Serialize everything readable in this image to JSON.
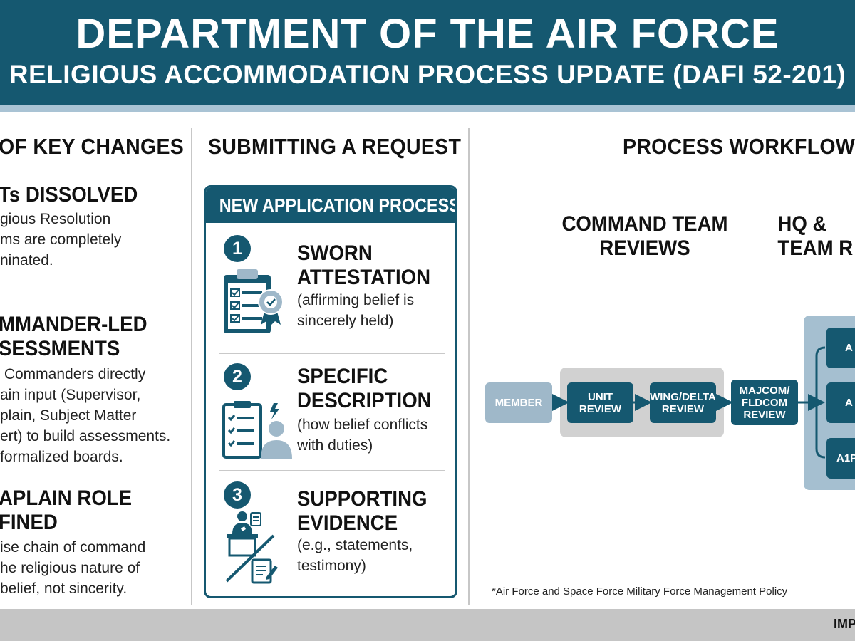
{
  "header": {
    "title": "DEPARTMENT OF THE AIR FORCE",
    "subtitle": "RELIGIOUS ACCOMMODATION PROCESS UPDATE (DAFI 52-201)"
  },
  "columns": {
    "key_changes": "OF KEY CHANGES",
    "submitting": "SUBMITTING A REQUEST",
    "workflow": "PROCESS WORKFLOW"
  },
  "key_changes": [
    {
      "title": "Ts DISSOLVED",
      "body": "gious Resolution\nms are completely\nninated."
    },
    {
      "title": "MMANDER-LED\nSESSMENTS",
      "body": " Commanders directly\nain input (Supervisor,\nplain, Subject Matter\nert) to build assessments.\nformalized boards."
    },
    {
      "title": "APLAIN ROLE\nFINED",
      "body": "ise chain of command\nhe religious nature of\nbelief, not sincerity."
    }
  ],
  "application": {
    "header": "NEW APPLICATION PROCESS",
    "steps": [
      {
        "number": "1",
        "title": "SWORN\nATTESTATION",
        "desc": "(affirming belief is\nsincerely held)",
        "icon": "clipboard-checklist-seal-icon"
      },
      {
        "number": "2",
        "title": "SPECIFIC\nDESCRIPTION",
        "desc": "(how belief conflicts\nwith duties)",
        "icon": "checklist-person-icon"
      },
      {
        "number": "3",
        "title": "SUPPORTING\nEVIDENCE",
        "desc": "(e.g., statements,\ntestimony)",
        "icon": "witness-document-icon"
      }
    ]
  },
  "workflow": {
    "command_team": "COMMAND TEAM\nREVIEWS",
    "hq_team": "HQ &\nTEAM R",
    "nodes": {
      "member": "MEMBER",
      "unit": "UNIT\nREVIEW",
      "wing": "WING/DELTA\nREVIEW",
      "majcom": "MAJCOM/\nFLDCOM\nREVIEW",
      "hq1": "A",
      "hq2": "A",
      "hq3": "A1P"
    },
    "footnote": "*Air Force and Space Force Military Force Management Policy"
  },
  "footer": {
    "text": "IMP"
  },
  "colors": {
    "navy": "#155870",
    "light_blue": "#a9c3d4",
    "grey": "#d1d1d1"
  }
}
